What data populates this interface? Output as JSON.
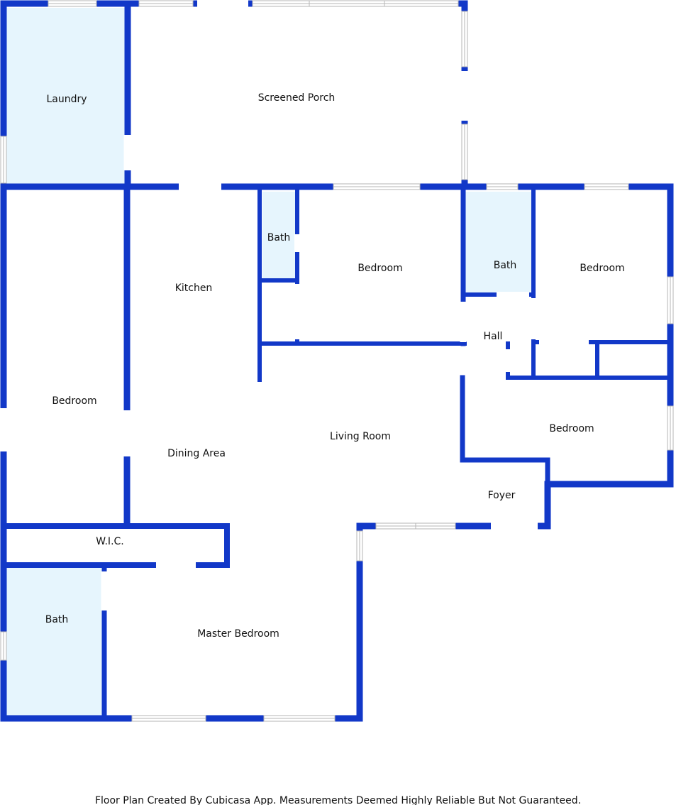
{
  "colors": {
    "wall": "#1238c8",
    "wet_room_fill": "#e6f5fd",
    "window_frame": "#b5b5b5",
    "background": "#ffffff"
  },
  "rooms": {
    "laundry": "Laundry",
    "screened_porch": "Screened Porch",
    "bath_1": "Bath",
    "bedroom_1": "Bedroom",
    "bath_2": "Bath",
    "bedroom_2": "Bedroom",
    "kitchen": "Kitchen",
    "hall": "Hall",
    "bedroom_3": "Bedroom",
    "bedroom_4": "Bedroom",
    "living_room": "Living Room",
    "dining_area": "Dining Area",
    "foyer": "Foyer",
    "wic": "W.I.C.",
    "bath_3": "Bath",
    "master_bedroom": "Master Bedroom"
  },
  "footer": "Floor Plan Created By Cubicasa App. Measurements Deemed Highly Reliable But Not Guaranteed."
}
